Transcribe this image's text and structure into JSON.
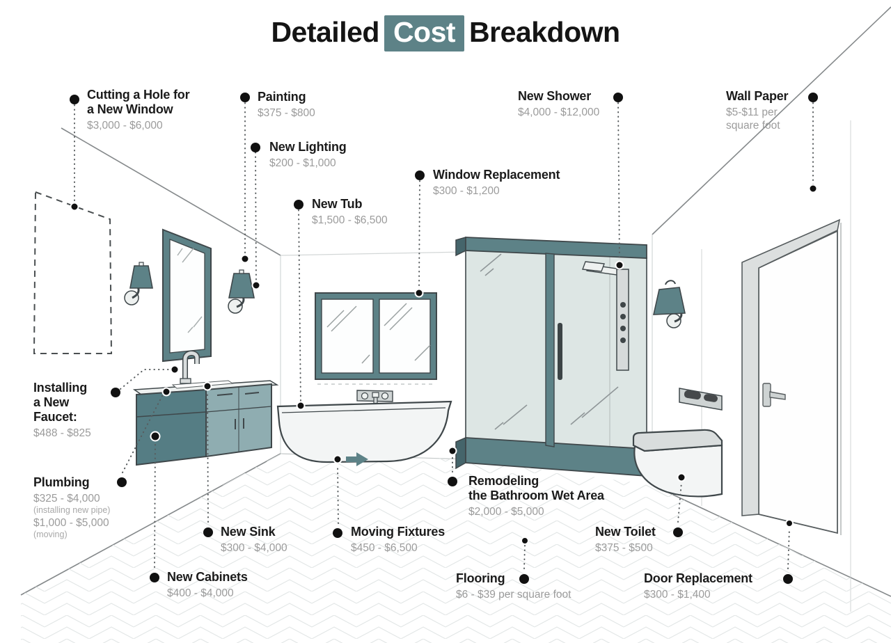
{
  "title": {
    "prefix": "Detailed",
    "highlight": "Cost",
    "suffix": "Breakdown"
  },
  "colors": {
    "accent_teal": "#5d8287",
    "teal_dark": "#45656b",
    "teal_light": "#8fadb1",
    "glass": "#dde6e4",
    "outline": "#3f474a",
    "name_text": "#1b1b1b",
    "price_text": "#9b9b9b"
  },
  "items": [
    {
      "id": "cutting-hole",
      "name": "Cutting a Hole for\na New Window",
      "price": "$3,000 - $6,000"
    },
    {
      "id": "painting",
      "name": "Painting",
      "price": "$375 - $800"
    },
    {
      "id": "new-lighting",
      "name": "New Lighting",
      "price": "$200 - $1,000"
    },
    {
      "id": "new-tub",
      "name": "New Tub",
      "price": "$1,500 - $6,500"
    },
    {
      "id": "window-replacement",
      "name": "Window Replacement",
      "price": "$300 - $1,200"
    },
    {
      "id": "new-shower",
      "name": "New Shower",
      "price": "$4,000 - $12,000"
    },
    {
      "id": "wall-paper",
      "name": "Wall Paper",
      "price": "$5-$11 per\nsquare foot"
    },
    {
      "id": "installing-faucet",
      "name": "Installing\na New\nFaucet:",
      "price": "$488 - $825"
    },
    {
      "id": "plumbing",
      "name": "Plumbing",
      "price": "$325 - $4,000",
      "note": "(installing new pipe)",
      "price2": "$1,000 - $5,000",
      "note2": "(moving)"
    },
    {
      "id": "new-sink",
      "name": "New Sink",
      "price": "$300 - $4,000"
    },
    {
      "id": "new-cabinets",
      "name": "New Cabinets",
      "price": "$400 - $4,000"
    },
    {
      "id": "moving-fixtures",
      "name": "Moving Fixtures",
      "price": "$450 - $6,500"
    },
    {
      "id": "remodeling-wet-area",
      "name": "Remodeling\nthe Bathroom Wet Area",
      "price": "$2,000 - $5,000"
    },
    {
      "id": "flooring",
      "name": "Flooring",
      "price": "$6 - $39 per square foot"
    },
    {
      "id": "new-toilet",
      "name": "New Toilet",
      "price": "$375 - $500"
    },
    {
      "id": "door-replacement",
      "name": "Door Replacement",
      "price": "$300 - $1,400"
    }
  ]
}
